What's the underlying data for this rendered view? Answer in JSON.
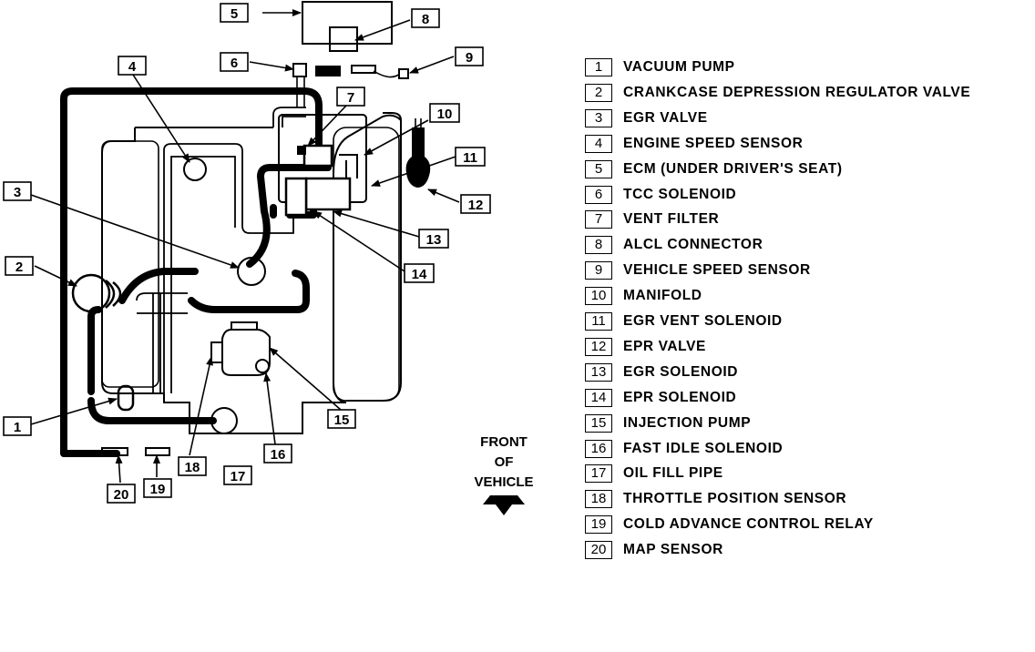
{
  "callouts": [
    {
      "num": "1"
    },
    {
      "num": "2"
    },
    {
      "num": "3"
    },
    {
      "num": "4"
    },
    {
      "num": "5"
    },
    {
      "num": "6"
    },
    {
      "num": "7"
    },
    {
      "num": "8"
    },
    {
      "num": "9"
    },
    {
      "num": "10"
    },
    {
      "num": "11"
    },
    {
      "num": "12"
    },
    {
      "num": "13"
    },
    {
      "num": "14"
    },
    {
      "num": "15"
    },
    {
      "num": "16"
    },
    {
      "num": "17"
    },
    {
      "num": "18"
    },
    {
      "num": "19"
    },
    {
      "num": "20"
    }
  ],
  "front_label": [
    "FRONT",
    "OF",
    "VEHICLE"
  ],
  "legend": [
    {
      "num": "1",
      "label": "VACUUM PUMP"
    },
    {
      "num": "2",
      "label": "CRANKCASE DEPRESSION REGULATOR VALVE"
    },
    {
      "num": "3",
      "label": "EGR VALVE"
    },
    {
      "num": "4",
      "label": "ENGINE SPEED SENSOR"
    },
    {
      "num": "5",
      "label": "ECM (UNDER DRIVER'S SEAT)"
    },
    {
      "num": "6",
      "label": "TCC SOLENOID"
    },
    {
      "num": "7",
      "label": "VENT FILTER"
    },
    {
      "num": "8",
      "label": "ALCL CONNECTOR"
    },
    {
      "num": "9",
      "label": "VEHICLE SPEED SENSOR"
    },
    {
      "num": "10",
      "label": "MANIFOLD"
    },
    {
      "num": "11",
      "label": "EGR VENT SOLENOID"
    },
    {
      "num": "12",
      "label": "EPR VALVE"
    },
    {
      "num": "13",
      "label": "EGR SOLENOID"
    },
    {
      "num": "14",
      "label": "EPR SOLENOID"
    },
    {
      "num": "15",
      "label": "INJECTION PUMP"
    },
    {
      "num": "16",
      "label": "FAST IDLE SOLENOID"
    },
    {
      "num": "17",
      "label": "OIL FILL PIPE"
    },
    {
      "num": "18",
      "label": "THROTTLE POSITION SENSOR"
    },
    {
      "num": "19",
      "label": "COLD ADVANCE CONTROL RELAY"
    },
    {
      "num": "20",
      "label": "MAP SENSOR"
    }
  ]
}
